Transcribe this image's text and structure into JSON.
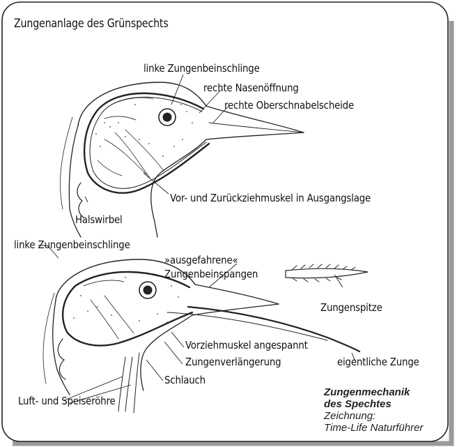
{
  "title": "Zungenanlage des Grünspechts",
  "labels": {
    "linke_zungenbeinschlinge_top": "linke Zungenbeinschlinge",
    "rechte_nasenoeffnung": "rechte Nasenöffnung",
    "rechte_oberschnabelscheide": "rechte Oberschnabelscheide",
    "vor_und_zurueckziehmuskel": "Vor- und Zurückziehmuskel in Ausgangslage",
    "halswirbel": "Halswirbel",
    "linke_zungenbeinschlinge_mid": "linke Zungenbeinschlinge",
    "ausgefahrene": "»ausgefahrene«",
    "zungenbeinspangen": "Zungenbeinspangen",
    "zungenspitze": "Zungenspitze",
    "vorziehmuskel": "Vorziehmuskel angespannt",
    "zungenverlaengerung": "Zungenverlängerung",
    "eigentliche_zunge": "eigentliche Zunge",
    "schlauch": "Schlauch",
    "luft_und_speiseroehre": "Luft- und Speiseröhre"
  },
  "caption": {
    "line1": "Zungenmechanik",
    "line2": "des Spechtes",
    "line3": "Zeichnung:",
    "line4": "Time-Life Naturführer"
  }
}
